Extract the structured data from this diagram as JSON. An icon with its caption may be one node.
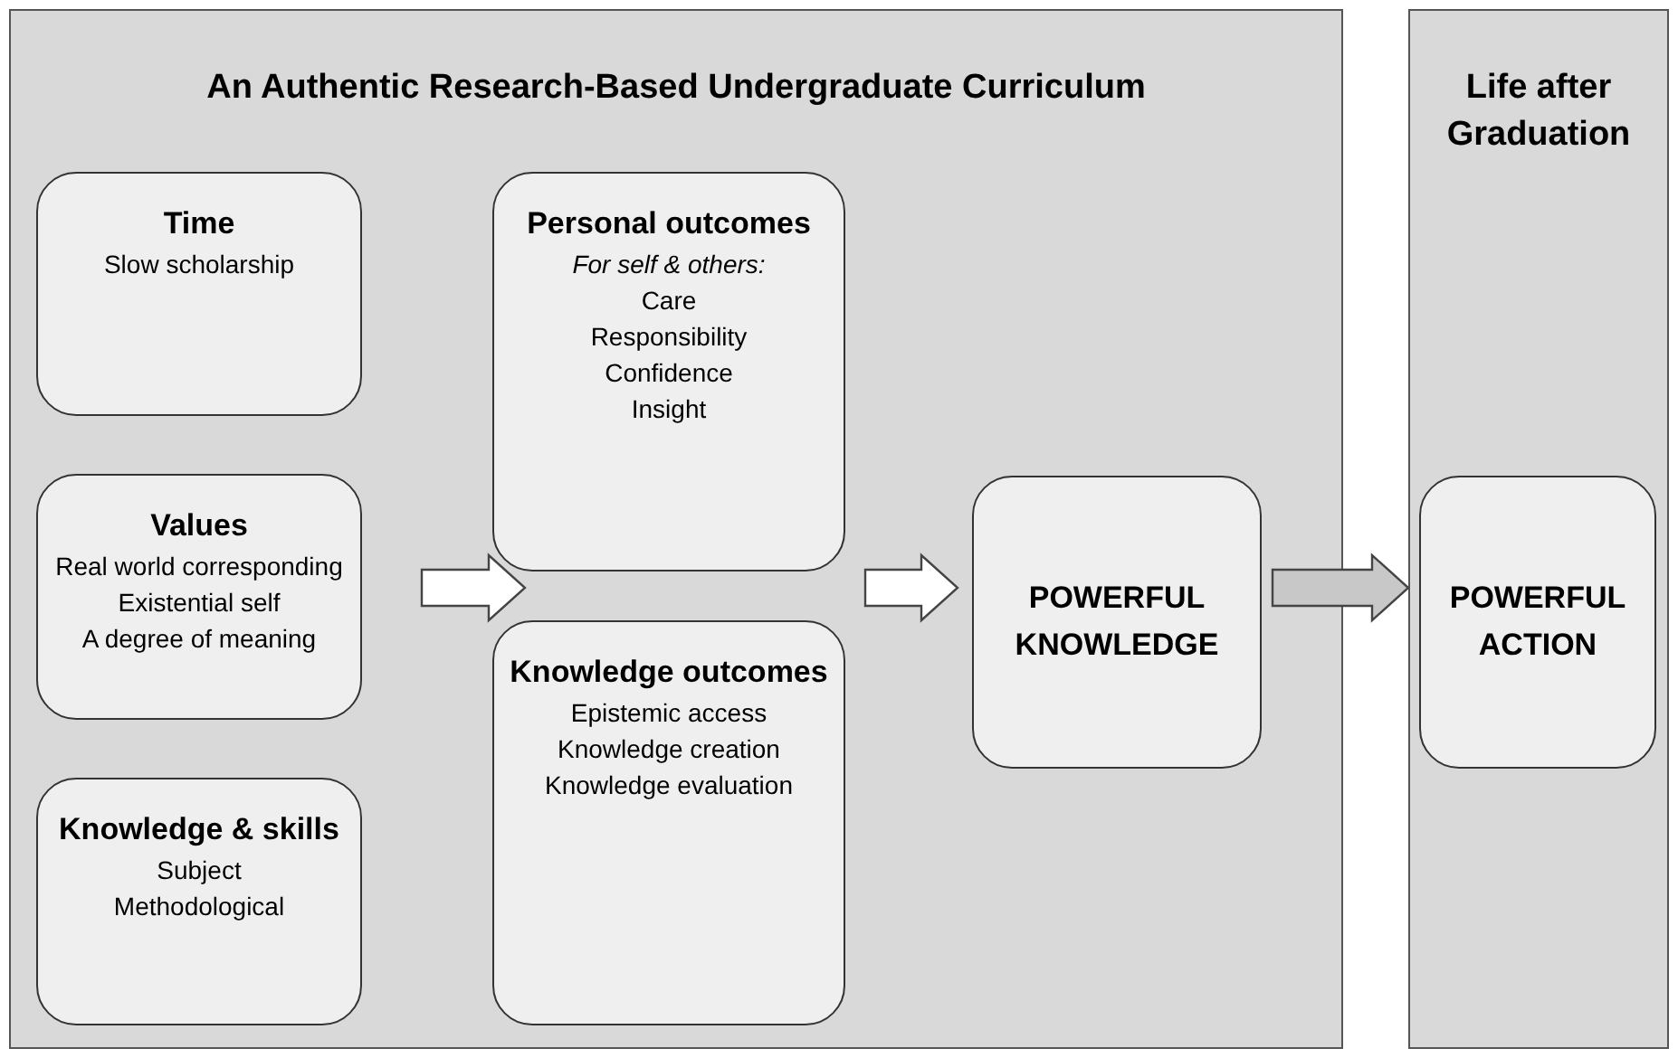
{
  "diagram": {
    "nodes": [
      {
        "text": [
          "An Authentic Research-Based Undergraduate Curriculum"
        ]
      },
      {
        "text": [
          "Time",
          "Slow scholarship"
        ],
        "in": 0
      },
      {
        "text": [
          "Values",
          "Real world corresponding",
          "Existential self",
          "A degree of meaning"
        ],
        "in": 0
      },
      {
        "text": [
          "Knowledge & skills",
          "Subject",
          "Methodological"
        ],
        "in": 0
      },
      {
        "text": [
          "Personal outcomes",
          "For self & others:",
          "Care",
          "Responsibility",
          "Confidence",
          "Insight"
        ],
        "in": 0
      },
      {
        "text": [
          "Knowledge outcomes",
          "Epistemic access",
          "Knowledge creation",
          "Knowledge evaluation"
        ],
        "in": 0
      },
      {
        "text": [
          "POWERFUL KNOWLEDGE"
        ],
        "in": 0
      },
      {
        "text": [
          "Life after Graduation"
        ]
      },
      {
        "text": [
          "POWERFUL ACTION"
        ],
        "in": 7
      }
    ],
    "edges": [
      {
        "from": 2,
        "to": 4,
        "arrow": "to"
      },
      {
        "from": 2,
        "to": 5,
        "arrow": "to"
      },
      {
        "from": 4,
        "to": 6,
        "arrow": "to"
      },
      {
        "from": 5,
        "to": 6,
        "arrow": "to"
      },
      {
        "from": 6,
        "to": 8,
        "arrow": "to",
        "color": "#c8c8c8"
      }
    ]
  }
}
